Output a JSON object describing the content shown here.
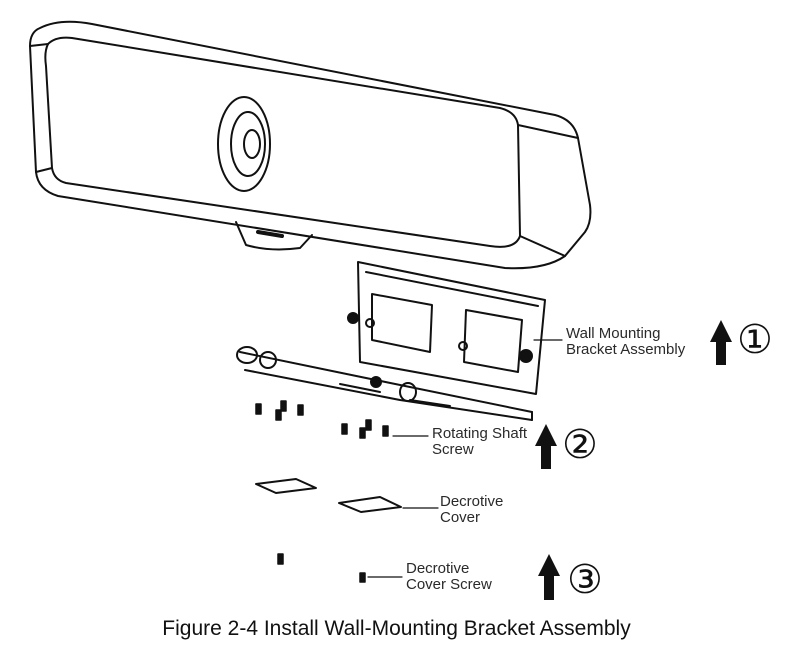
{
  "labels": {
    "wall_mounting": "Wall Mounting\nBracket Assembly",
    "rotating_shaft": "Rotating Shaft\nScrew",
    "decrotive_cover": "Decrotive\nCover",
    "decrotive_cover_screw": "Decrotive\nCover Screw"
  },
  "steps": {
    "step1": "①",
    "step2": "②",
    "step3": "③"
  },
  "caption": "Figure 2-4 Install Wall-Mounting Bracket Assembly"
}
